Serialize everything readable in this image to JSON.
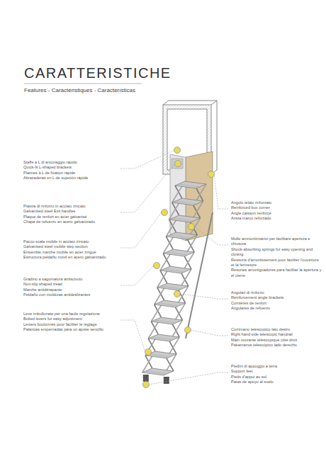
{
  "diagram": {
    "title": "CARATTERISTICHE",
    "labels": [
      "Features - Caractéristiques - Características",
      "Staffe a L di ancoraggio rapido",
      "Quick-fit L-shaped brackets",
      "Platines à L de fixation rapide",
      "Abrazaderas en L de sujeción rápida",
      "Piastra di rinforzo in acciaio zincato",
      "Galvanised steel Exit handles",
      "Plaque de renfort en acier galvanisé",
      "Chapa de refuerzo en acero galvanizado",
      "Pacco scala mobile in acciaio zincato",
      "Galvanised steel mobile step section",
      "Ensemble marche mobile en acier zingué",
      "Estructura peldaño móvil en acero galvanizado",
      "Gradino a sagomatura antiscivolo",
      "Non-slip shaped tread",
      "Marche antidérapante",
      "Peldaño con molduras antideslizantes",
      "Leve imbullonate per una facile regolazione",
      "Bolted levers for easy adjustment",
      "Leviers boulonnés pour faciliter le réglage",
      "Palancas empernadas para un ajuste sencillo",
      "Angolo telaio rinforzato",
      "Reinforced box corner",
      "Angle caisson renforcé",
      "Arista marco reforzado",
      "Molle ammortizzatrici per facilitare apertura e chiusura",
      "Shock-absorbing springs for easy opening and closing",
      "Ressorts d'amortissement pour faciliter l'ouverture et la fermeture",
      "Resortes amortiguadores para facilitar la apertura y el cierre",
      "Angolari di rinforzo",
      "Reinforcement angle brackets",
      "Cornières de renfort",
      "Angulares de refuerzo",
      "Corrimano telescopico lato destro",
      "Right hand side telescopic handrail",
      "Main courante télescopique côté droit",
      "Pasamanos telescópico lado derecho",
      "Piedini di appoggio a terra",
      "Support feet",
      "Pieds d'appui au sol",
      "Patas de apoyo al suelo"
    ]
  }
}
